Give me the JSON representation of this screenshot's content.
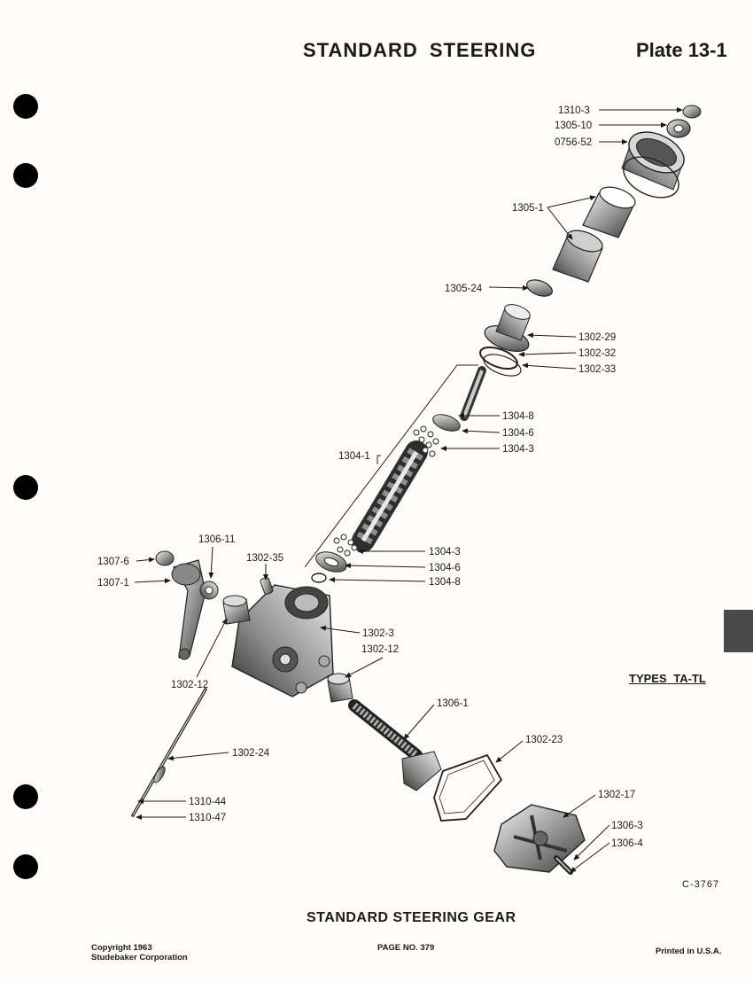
{
  "header": {
    "title": "STANDARD STEERING",
    "plate": "Plate 13-1"
  },
  "types_label": "TYPES TA-TL",
  "figure_code": "C-3767",
  "caption": "STANDARD STEERING GEAR",
  "footer": {
    "copyright_line1": "Copyright 1963",
    "copyright_line2": "Studebaker Corporation",
    "page_number": "PAGE NO. 379",
    "printed": "Printed in U.S.A."
  },
  "part_labels": {
    "p1310_3": "1310-3",
    "p1305_10": "1305-10",
    "p0756_52": "0756-52",
    "p1305_1": "1305-1",
    "p1305_24": "1305-24",
    "p1302_29": "1302-29",
    "p1302_32": "1302-32",
    "p1302_33": "1302-33",
    "p1304_8_top": "1304-8",
    "p1304_6_top": "1304-6",
    "p1304_3_top": "1304-3",
    "p1304_1": "1304-1",
    "p1304_3_bot": "1304-3",
    "p1304_6_bot": "1304-6",
    "p1304_8_bot": "1304-8",
    "p1306_11": "1306-11",
    "p1307_6": "1307-6",
    "p1307_1": "1307-1",
    "p1302_35": "1302-35",
    "p1302_3": "1302-3",
    "p1302_12_right": "1302-12",
    "p1302_12_left": "1302-12",
    "p1306_1": "1306-1",
    "p1302_24": "1302-24",
    "p1302_23": "1302-23",
    "p1302_17": "1302-17",
    "p1306_3": "1306-3",
    "p1306_4": "1306-4",
    "p1310_44": "1310-44",
    "p1310_47": "1310-47"
  }
}
